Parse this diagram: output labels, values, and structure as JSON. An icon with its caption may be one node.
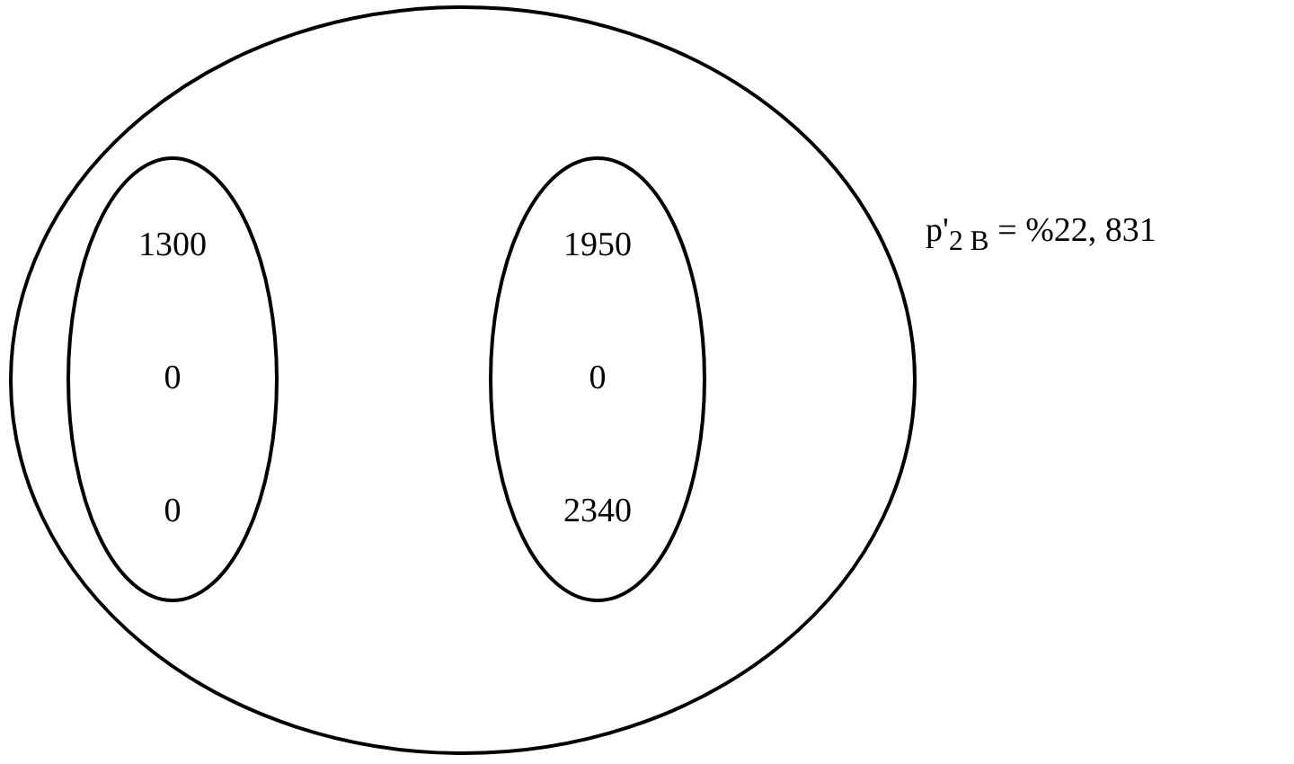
{
  "diagram": {
    "nodes": [
      {
        "text": [],
        "shape": "ellipse"
      },
      {
        "text": [
          "1300",
          "0",
          "0"
        ],
        "in": 0
      },
      {
        "text": [
          "1950",
          "0",
          "2340"
        ],
        "in": 0
      }
    ],
    "labels": [
      "p'$_{2 B}$ = %22, 831"
    ]
  }
}
